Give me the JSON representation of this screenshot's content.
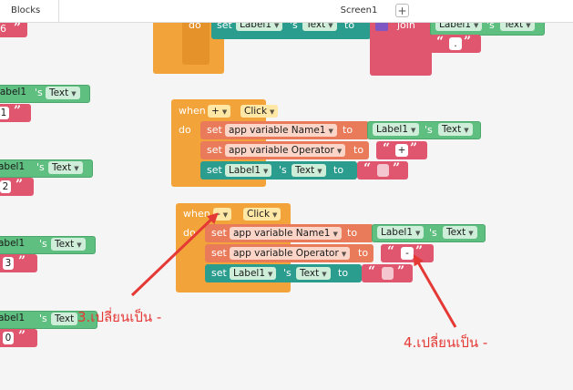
{
  "tabs": {
    "blocks": "Blocks",
    "screen": "Screen1",
    "add": "+"
  },
  "kw": {
    "when": "when",
    "do": "do",
    "set": "set",
    "to": "to",
    "s": "'s",
    "join": "join",
    "q": "“",
    "qe": "”"
  },
  "left_blocks": {
    "label1": "Label1",
    "label1_cut": "abel1",
    "text": "Text",
    "v1": "6",
    "v2": "1",
    "v3": "2",
    "v4": "3",
    "v5": "0"
  },
  "top_block": {
    "label1": "Label1",
    "text": "Text",
    "dot": "."
  },
  "plus_block": {
    "component": "+",
    "event": "Click",
    "var1": "app variable Name1",
    "var2": "app variable  Operator",
    "label1": "Label1",
    "text": "Text",
    "op": "+",
    "empty": ""
  },
  "minus_block": {
    "component": "-",
    "event": "Click",
    "var1": "app variable Name1",
    "var2": "app variable  Operator",
    "label1": "Label1",
    "text": "Text",
    "op": "-",
    "empty": ""
  },
  "annotations": {
    "a3": "3.เปลี่ยนเป็น -",
    "a4": "4.เปลี่ยนเป็น -"
  },
  "colors": {
    "event": "#f2a33a",
    "component": "#5fbf80",
    "text": "#e0566f",
    "setter": "#2a9d8f",
    "variable": "#ea7b5a",
    "arrow": "#e53935"
  }
}
